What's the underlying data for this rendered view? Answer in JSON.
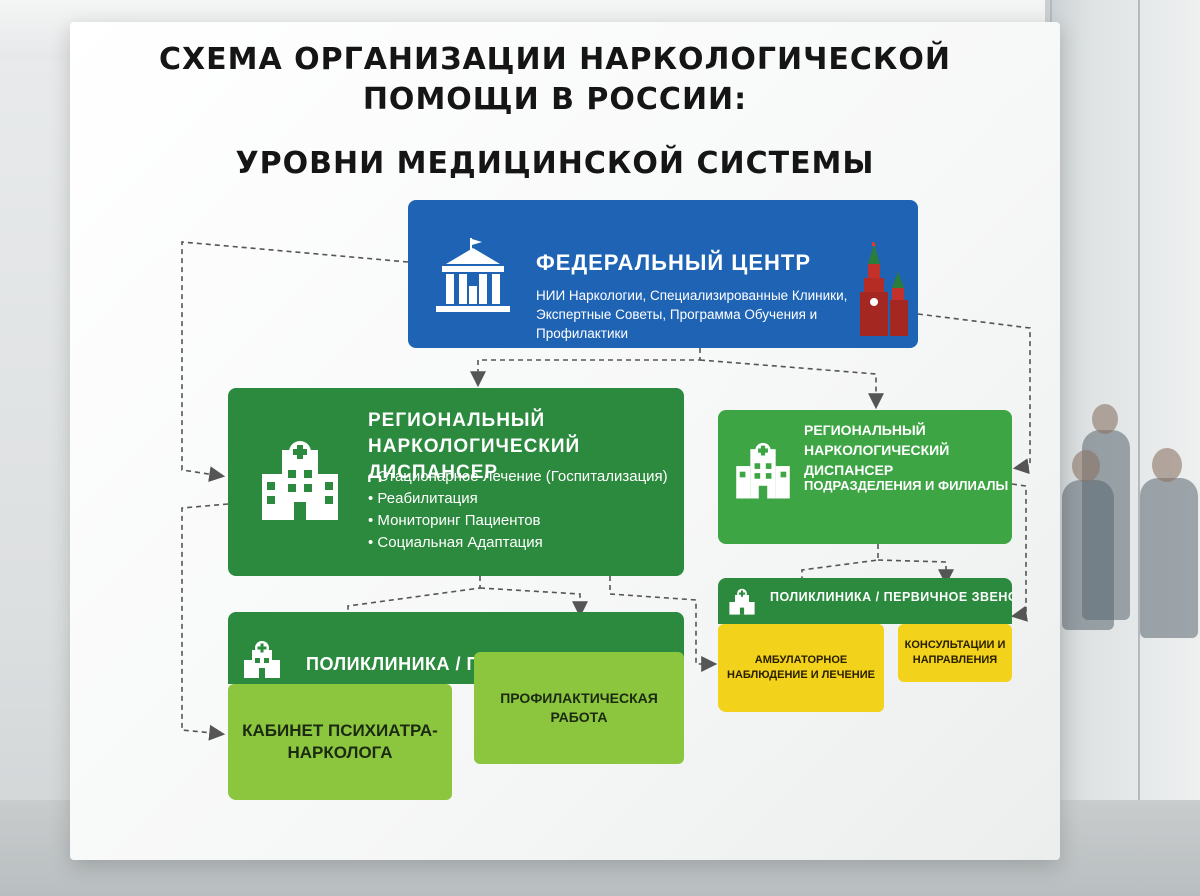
{
  "poster": {
    "title_line1": "СХЕМА ОРГАНИЗАЦИИ НАРКОЛОГИЧЕСКОЙ ПОМОЩИ В РОССИИ:",
    "title_line2": "УРОВНИ МЕДИЦИНСКОЙ СИСТЕМЫ"
  },
  "federal": {
    "title": "ФЕДЕРАЛЬНЫЙ ЦЕНТР",
    "description": "НИИ Наркологии, Специализированные Клиники, Экспертные Советы, Программа Обучения и Профилактики",
    "icon": "government-building-icon"
  },
  "regional_main": {
    "title_line1": "РЕГИОНАЛЬНЫЙ",
    "title_line2": "НАРКОЛОГИЧЕСКИЙ ДИСПАНСЕР",
    "items": [
      "Стационарное Лечение (Госпитализация)",
      "Реабилитация",
      "Мониторинг Пациентов",
      "Социальная Адаптация"
    ],
    "icon": "hospital-icon"
  },
  "regional_branch": {
    "title_line1": "РЕГИОНАЛЬНЫЙ",
    "title_line2": "НАРКОЛОГИЧЕСКИЙ ДИСПАНСЕР",
    "subtitle": "ПОДРАЗДЕЛЕНИЯ И ФИЛИАЛЫ",
    "icon": "hospital-icon"
  },
  "polyclinic_main": {
    "label": "ПОЛИКЛИНИКА / ПЕРВИЧНОЕ ЗВЕНО",
    "cells": [
      "КАБИНЕТ ПСИХИАТРА-НАРКОЛОГА",
      "ПРОФИЛАКТИЧЕСКАЯ РАБОТА"
    ],
    "icon": "clinic-icon"
  },
  "polyclinic_branch": {
    "label": "ПОЛИКЛИНИКА / ПЕРВИЧНОЕ ЗВЕНО",
    "cells": [
      "АМБУЛАТОРНОЕ НАБЛЮДЕНИЕ И ЛЕЧЕНИЕ",
      "КОНСУЛЬТАЦИИ И НАПРАВЛЕНИЯ"
    ],
    "icon": "clinic-icon"
  },
  "colors": {
    "federal_blue": "#1f63b4",
    "dark_green": "#2b8a3e",
    "green": "#3da544",
    "light_green": "#8cc63f",
    "yellow": "#f2d21a"
  }
}
